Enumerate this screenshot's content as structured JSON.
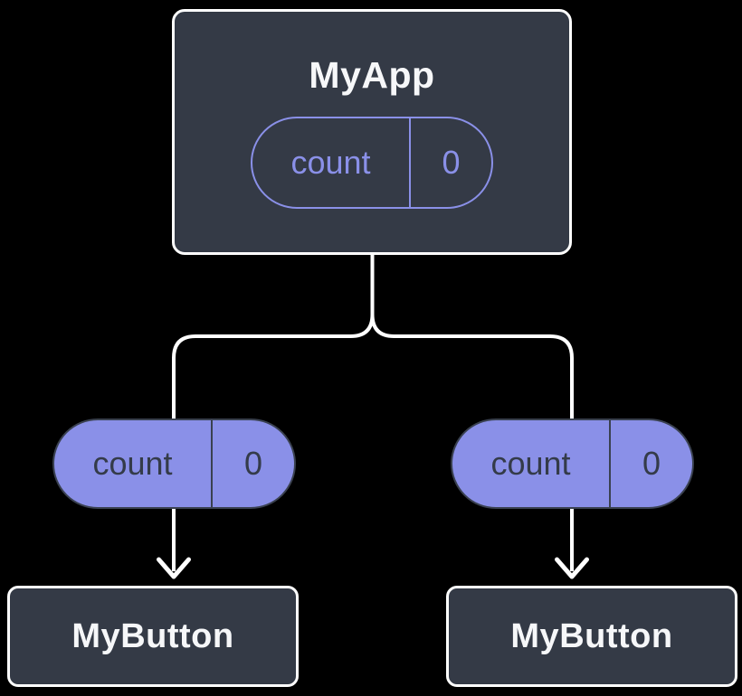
{
  "colors": {
    "background": "#000000",
    "box_fill": "#343A46",
    "box_border": "#FFFFFF",
    "pill_purple": "#8A90E8",
    "pill_dark_border": "#3A4150",
    "pill_dark_text": "#343B49",
    "wire": "#FFFFFF",
    "title_text": "#F6F7F9"
  },
  "tree": {
    "root": {
      "title": "MyApp",
      "state": {
        "name": "count",
        "value": "0"
      }
    },
    "children": [
      {
        "prop": {
          "name": "count",
          "value": "0"
        },
        "component": {
          "title": "MyButton"
        }
      },
      {
        "prop": {
          "name": "count",
          "value": "0"
        },
        "component": {
          "title": "MyButton"
        }
      }
    ]
  }
}
